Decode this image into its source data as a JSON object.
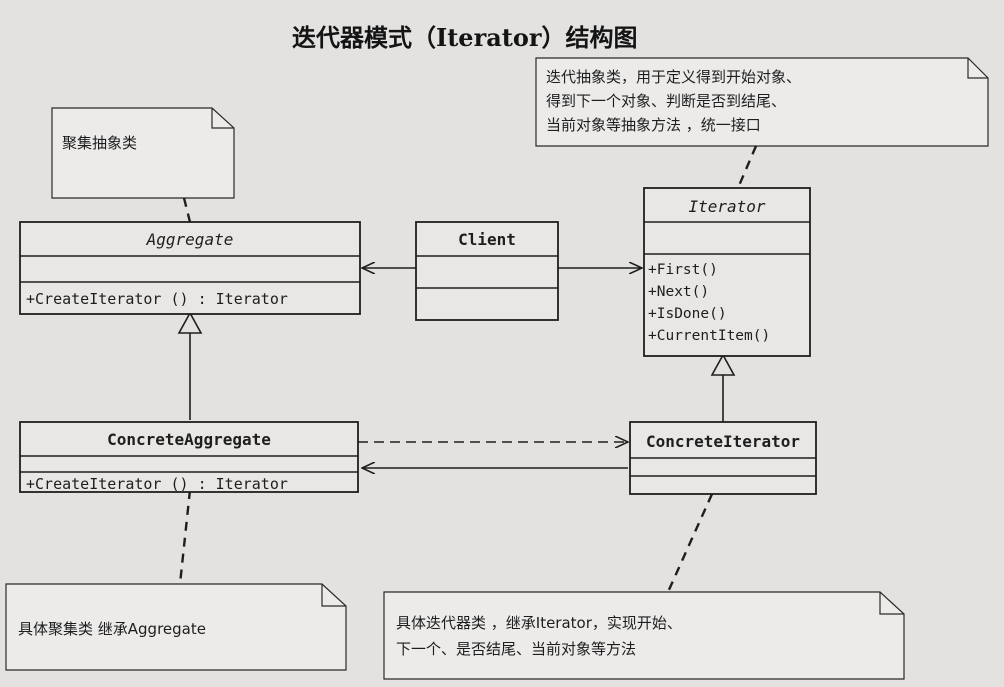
{
  "title": "迭代器模式（Iterator）结构图",
  "classes": {
    "aggregate": {
      "name": "Aggregate",
      "abstract": true,
      "ops": [
        "+CreateIterator () : Iterator"
      ]
    },
    "client": {
      "name": "Client",
      "abstract": false,
      "ops": []
    },
    "iterator": {
      "name": "Iterator",
      "abstract": true,
      "ops": [
        "+First()",
        "+Next()",
        "+IsDone()",
        "+CurrentItem()"
      ]
    },
    "concrete_aggregate": {
      "name": "ConcreteAggregate",
      "abstract": false,
      "ops": [
        "+CreateIterator () : Iterator"
      ]
    },
    "concrete_iterator": {
      "name": "ConcreteIterator",
      "abstract": false,
      "ops": []
    }
  },
  "notes": {
    "aggregate": [
      "聚集抽象类"
    ],
    "iterator": [
      "迭代抽象类，用于定义得到开始对象、",
      "得到下一个对象、判断是否到结尾、",
      "当前对象等抽象方法 ，统一接口"
    ],
    "concrete_aggregate": [
      "具体聚集类 继承Aggregate"
    ],
    "concrete_iterator": [
      "具体迭代器类 ，继承Iterator，实现开始、",
      "下一个、是否结尾、当前对象等方法"
    ]
  },
  "colors": {
    "ink": "#1e1e1e",
    "box_fill": "#e8e7e5",
    "note_fill": "#ecebea",
    "paper": "#e3e2e0"
  }
}
